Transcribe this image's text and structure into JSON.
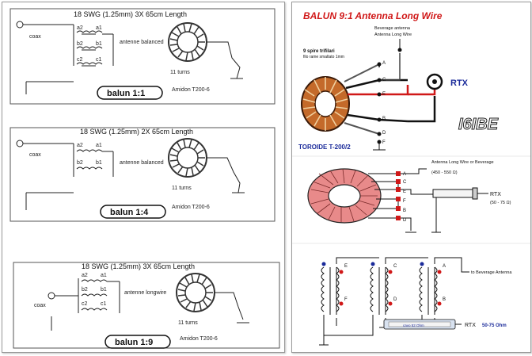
{
  "left_panel": {
    "sections": [
      {
        "wire_spec": "18 SWG (1.25mm) 3X 65cm Length",
        "coax": "coax",
        "antenna": "antenne balanced",
        "terminals": [
          "a2",
          "a1",
          "b1",
          "b2",
          "c1",
          "c2"
        ],
        "turns": "11 turns",
        "core": "Amidon T200-6",
        "badge": "balun 1:1"
      },
      {
        "wire_spec": "18 SWG (1.25mm) 2X 65cm Length",
        "coax": "coax",
        "antenna": "antenne balanced",
        "terminals": [
          "a2",
          "a1",
          "b1",
          "b2"
        ],
        "turns": "11 turns",
        "core": "Amidon T200-6",
        "badge": "balun 1:4"
      },
      {
        "wire_spec": "18 SWG (1.25mm) 3X 65cm Length",
        "coax": "coax",
        "antenna": "antenne longwire",
        "terminals": [
          "a2",
          "a1",
          "b1",
          "b2",
          "c1",
          "c2"
        ],
        "turns": "11 turns",
        "core": "Amidon T200-6",
        "badge": "balun 1:9"
      }
    ]
  },
  "right_panel": {
    "title": "BALUN 9:1   Antenna Long Wire",
    "top": {
      "beverage_label": "Beverage antenna",
      "longwire_label": "Antenna Long Wire",
      "winding_label": "9 spire trifilari",
      "wire_label": "filo rame smaltato 1mm",
      "letters": [
        "A",
        "B",
        "C",
        "D",
        "E",
        "F"
      ],
      "rtx": "RTX",
      "callsign": "I6IBE",
      "toroid": "TOROIDE T-200/2"
    },
    "middle": {
      "antenna_label": "Antenna Long Wire or Beverage",
      "impedance_high": "(450 - 550 Ω)",
      "letters": [
        "A",
        "B",
        "C",
        "D",
        "E",
        "F"
      ],
      "rtx": "RTX",
      "impedance_low": "(50 - 75 Ω)"
    },
    "bottom": {
      "letters": [
        "E",
        "F",
        "C",
        "D",
        "A",
        "B"
      ],
      "beverage_label": "to Beverage Antenna",
      "cable_label": "cavo 52 Ohm",
      "rtx": "RTX",
      "rtx_impedance": "50-75 Ohm"
    },
    "colors": {
      "title": "#d01818",
      "rtx": "#1a2a9a",
      "red_wire": "#d01818",
      "core": "#e88a8a"
    }
  }
}
